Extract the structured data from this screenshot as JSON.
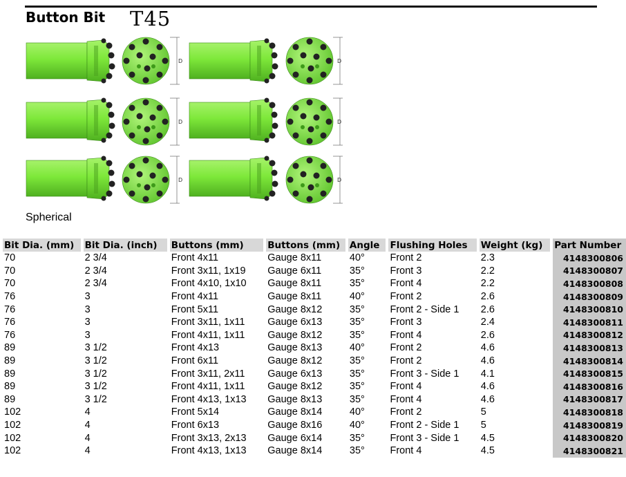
{
  "header": {
    "title": "Button Bit",
    "model": "T45"
  },
  "figure": {
    "caption": "Spherical",
    "dimension_label": "D"
  },
  "table": {
    "columns": [
      "Bit Dia. (mm)",
      "Bit Dia. (inch)",
      "Buttons (mm)",
      "Buttons (mm)",
      "Angle",
      "Flushing Holes",
      "Weight (kg)",
      "Part Number"
    ],
    "rows": [
      [
        "70",
        "2 3/4",
        "Front 4x11",
        "Gauge 8x11",
        "40°",
        "Front 2",
        "2.3",
        "4148300806"
      ],
      [
        "70",
        "2 3/4",
        "Front 3x11, 1x19",
        "Gauge 6x11",
        "35°",
        "Front 3",
        "2.2",
        "4148300807"
      ],
      [
        "70",
        "2 3/4",
        "Front 4x10,  1x10",
        "Gauge 8x11",
        "35°",
        "Front 4",
        "2.2",
        "4148300808"
      ],
      [
        "76",
        "3",
        "Front 4x11",
        "Gauge 8x11",
        "40°",
        "Front 2",
        "2.6",
        "4148300809"
      ],
      [
        "76",
        "3",
        "Front 5x11",
        "Gauge 8x12",
        "35°",
        "Front 2 - Side 1",
        "2.6",
        "4148300810"
      ],
      [
        "76",
        "3",
        "Front 3x11,  1x11",
        "Gauge 6x13",
        "35°",
        "Front 3",
        "2.4",
        "4148300811"
      ],
      [
        "76",
        "3",
        "Front 4x11,  1x11",
        "Gauge 8x12",
        "35°",
        "Front 4",
        "2.6",
        "4148300812"
      ],
      [
        "89",
        "3 1/2",
        "Front 4x13",
        "Gauge 8x13",
        "40°",
        "Front 2",
        "4.6",
        "4148300813"
      ],
      [
        "89",
        "3 1/2",
        "Front 6x11",
        "Gauge 8x12",
        "35°",
        "Front 2",
        "4.6",
        "4148300814"
      ],
      [
        "89",
        "3 1/2",
        "Front 3x11,  2x11",
        "Gauge 6x13",
        "35°",
        "Front 3 - Side 1",
        "4.1",
        "4148300815"
      ],
      [
        "89",
        "3 1/2",
        "Front 4x11,  1x11",
        "Gauge 8x12",
        "35°",
        "Front 4",
        "4.6",
        "4148300816"
      ],
      [
        "89",
        "3 1/2",
        "Front 4x13,  1x13",
        "Gauge 8x13",
        "35°",
        "Front 4",
        "4.6",
        "4148300817"
      ],
      [
        "102",
        "4",
        "Front 5x14",
        "Gauge 8x14",
        "40°",
        "Front 2",
        "5",
        "4148300818"
      ],
      [
        "102",
        "4",
        "Front 6x13",
        "Gauge 8x16",
        "40°",
        "Front 2 - Side 1",
        "5",
        "4148300819"
      ],
      [
        "102",
        "4",
        "Front 3x13,  2x13",
        "Gauge 6x14",
        "35°",
        "Front 3 - Side 1",
        "4.5",
        "4148300820"
      ],
      [
        "102",
        "4",
        "Front 4x13,  1x13",
        "Gauge 8x14",
        "35°",
        "Front 4",
        "4.5",
        "4148300821"
      ]
    ]
  },
  "colors": {
    "bit_green": "#7ee83a",
    "button_dark": "#222222",
    "header_gray": "#d8d8d8",
    "part_gray": "#c8c8c8"
  }
}
